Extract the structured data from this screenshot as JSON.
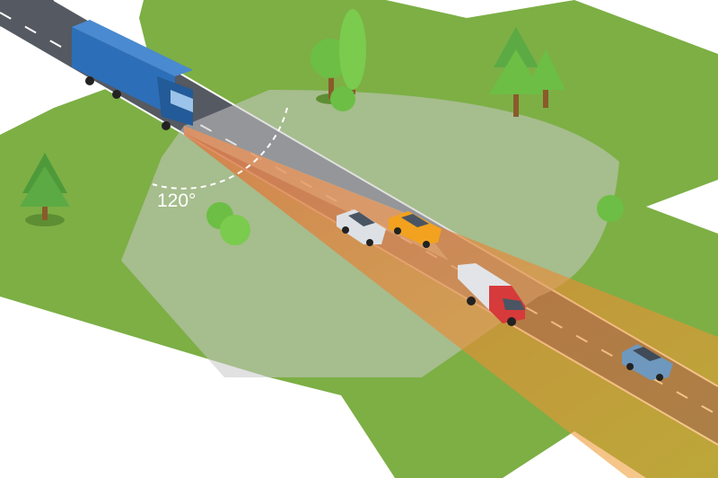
{
  "diagram": {
    "fov_label": "120°",
    "colors": {
      "grass": "#7DAF45",
      "grass_shadow": "#5E8E33",
      "road": "#555961",
      "sensor_cone": "#E07A3A",
      "wide_cone": "#F2A13A",
      "fov_area": "#C8C8C8",
      "truck": "#2C6FB8"
    },
    "vehicles": [
      {
        "name": "semi-truck",
        "color": "#2C6FB8"
      },
      {
        "name": "silver-car",
        "color": "#DDE1E6"
      },
      {
        "name": "orange-car",
        "color": "#F2A21E"
      },
      {
        "name": "box-van",
        "color": "#E2E4E8"
      },
      {
        "name": "blue-suv",
        "color": "#6E98BE"
      }
    ]
  }
}
